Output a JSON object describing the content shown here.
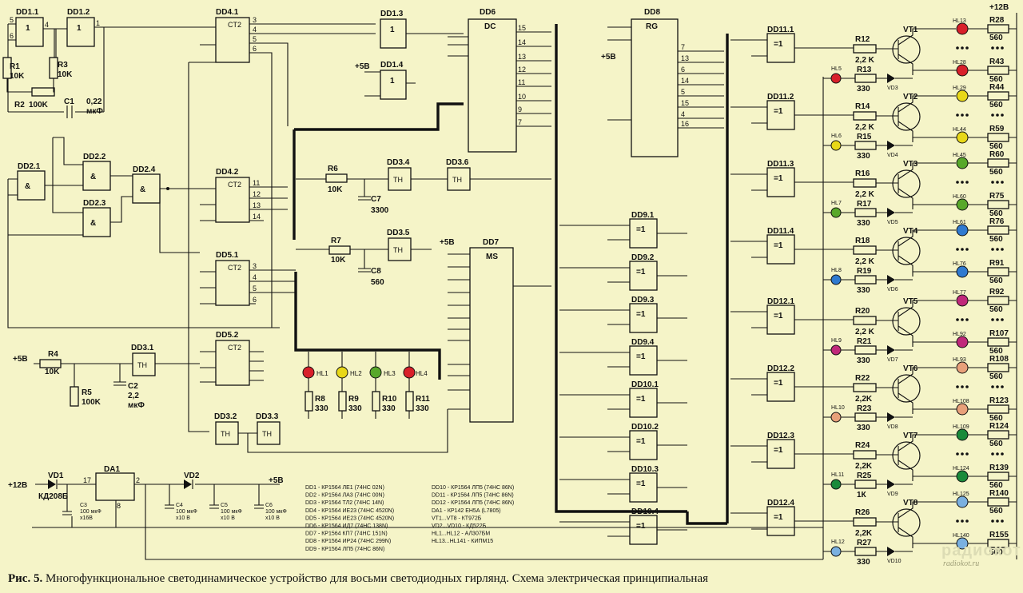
{
  "title_supply": "+12В",
  "caption_fig": "Рис. 5.",
  "caption_text": "Многофункциональное светодинамическое устройство для восьми светодиодных гирлянд. Схема электрическая принципиальная",
  "watermark_text": "radiokot.ru",
  "watermark_logo": "радиокот",
  "chips_left": [
    {
      "id": "dd11",
      "name": "DD1.1",
      "fn": "1"
    },
    {
      "id": "dd12",
      "name": "DD1.2",
      "fn": "1"
    },
    {
      "id": "dd13",
      "name": "DD1.3",
      "fn": "1"
    },
    {
      "id": "dd14",
      "name": "DD1.4",
      "fn": "1"
    },
    {
      "id": "dd21",
      "name": "DD2.1",
      "fn": "&"
    },
    {
      "id": "dd22",
      "name": "DD2.2",
      "fn": "&"
    },
    {
      "id": "dd23",
      "name": "DD2.3",
      "fn": "&"
    },
    {
      "id": "dd24",
      "name": "DD2.4",
      "fn": "&"
    },
    {
      "id": "dd31",
      "name": "DD3.1",
      "fn": "TH"
    },
    {
      "id": "dd32",
      "name": "DD3.2",
      "fn": "TH"
    },
    {
      "id": "dd33",
      "name": "DD3.3",
      "fn": "TH"
    },
    {
      "id": "dd34",
      "name": "DD3.4",
      "fn": "TH"
    },
    {
      "id": "dd35",
      "name": "DD3.5",
      "fn": "TH"
    },
    {
      "id": "dd36",
      "name": "DD3.6",
      "fn": "TH"
    }
  ],
  "counters": [
    {
      "id": "dd41",
      "name": "DD4.1",
      "fn": "CT2"
    },
    {
      "id": "dd42",
      "name": "DD4.2",
      "fn": "CT2"
    },
    {
      "id": "dd51",
      "name": "DD5.1",
      "fn": "CT2"
    },
    {
      "id": "dd52",
      "name": "DD5.2",
      "fn": "CT2"
    }
  ],
  "dd6": {
    "name": "DD6",
    "fn": "DC"
  },
  "dd7": {
    "name": "DD7",
    "fn": "MS"
  },
  "dd8": {
    "name": "DD8",
    "fn": "RG"
  },
  "da1": {
    "name": "DA1"
  },
  "passives": {
    "r1": "R1",
    "r1v": "10K",
    "r2": "R2",
    "r2v": "100K",
    "r3": "R3",
    "r3v": "10K",
    "c1": "C1",
    "c1v": "0,22",
    "c1u": "мкФ",
    "r4": "R4",
    "r4v": "10K",
    "r5": "R5",
    "r5v": "100K",
    "c2": "C2",
    "c2v": "2,2",
    "c2u": "мкФ",
    "r6": "R6",
    "r6v": "10K",
    "c7": "C7",
    "c7v": "3300",
    "r7": "R7",
    "r7v": "10K",
    "c8": "C8",
    "c8v": "560",
    "r8": "R8",
    "r9": "R9",
    "r10": "R10",
    "r11": "R11",
    "rv": "330",
    "hl1": "HL1",
    "hl2": "HL2",
    "hl3": "HL3",
    "hl4": "HL4",
    "vd1": "VD1",
    "vd1p": "КД208Б",
    "vd2": "VD2",
    "c3": "C3",
    "c3v": "100 мкФ",
    "c3u": "x16В",
    "c4": "C4",
    "c5": "C5",
    "c6": "C6",
    "cxv": "100 мкФ",
    "cxu": "x10 В",
    "plus5": "+5В",
    "plus12": "+12В"
  },
  "xor_top": [
    {
      "name": "DD9.1"
    },
    {
      "name": "DD9.2"
    },
    {
      "name": "DD9.3"
    },
    {
      "name": "DD9.4"
    },
    {
      "name": "DD10.1"
    },
    {
      "name": "DD10.2"
    },
    {
      "name": "DD10.3"
    },
    {
      "name": "DD10.4"
    }
  ],
  "xor_right": [
    {
      "name": "DD11.1"
    },
    {
      "name": "DD11.2"
    },
    {
      "name": "DD11.3"
    },
    {
      "name": "DD11.4"
    },
    {
      "name": "DD12.1"
    },
    {
      "name": "DD12.2"
    },
    {
      "name": "DD12.3"
    },
    {
      "name": "DD12.4"
    }
  ],
  "xor_fn": "=1",
  "channels": [
    {
      "rb": "R12",
      "rbv": "2,2 K",
      "vt": "VT1",
      "hl": "HL5",
      "rl": "R13",
      "rlv": "330",
      "vd": "VD3",
      "hlA": "HL13",
      "hlB": "HL28",
      "ra": "R28",
      "rb2": "R43",
      "rg": "560",
      "color": "#d8202a"
    },
    {
      "rb": "R14",
      "rbv": "2,2 K",
      "vt": "VT2",
      "hl": "HL6",
      "rl": "R15",
      "rlv": "330",
      "vd": "VD4",
      "hlA": "HL29",
      "hlB": "HL44",
      "ra": "R44",
      "rb2": "R59",
      "rg": "560",
      "color": "#e8d818"
    },
    {
      "rb": "R16",
      "rbv": "2,2 K",
      "vt": "VT3",
      "hl": "HL7",
      "rl": "R17",
      "rlv": "330",
      "vd": "VD5",
      "hlA": "HL45",
      "hlB": "HL60",
      "ra": "R60",
      "rb2": "R75",
      "rg": "560",
      "color": "#58a82a"
    },
    {
      "rb": "R18",
      "rbv": "2,2 K",
      "vt": "VT4",
      "hl": "HL8",
      "rl": "R19",
      "rlv": "330",
      "vd": "VD6",
      "hlA": "HL61",
      "hlB": "HL76",
      "ra": "R76",
      "rb2": "R91",
      "rg": "560",
      "color": "#2f7ad0"
    },
    {
      "rb": "R20",
      "rbv": "2,2 K",
      "vt": "VT5",
      "hl": "HL9",
      "rl": "R21",
      "rlv": "330",
      "vd": "VD7",
      "hlA": "HL77",
      "hlB": "HL92",
      "ra": "R92",
      "rb2": "R107",
      "rg": "560",
      "color": "#c0287a"
    },
    {
      "rb": "R22",
      "rbv": "2,2K",
      "vt": "VT6",
      "hl": "HL10",
      "rl": "R23",
      "rlv": "330",
      "vd": "VD8",
      "hlA": "HL93",
      "hlB": "HL108",
      "ra": "R108",
      "rb2": "R123",
      "rg": "560",
      "color": "#e8a07a"
    },
    {
      "rb": "R24",
      "rbv": "2,2K",
      "vt": "VT7",
      "hl": "HL11",
      "rl": "R25",
      "rlv": "1К",
      "vd": "VD9",
      "hlA": "HL109",
      "hlB": "HL124",
      "ra": "R124",
      "rb2": "R139",
      "rg": "560",
      "color": "#1a8a3a"
    },
    {
      "rb": "R26",
      "rbv": "2,2K",
      "vt": "VT8",
      "hl": "HL12",
      "rl": "R27",
      "rlv": "330",
      "vd": "VD10",
      "hlA": "HL125",
      "hlB": "HL140",
      "ra": "R140",
      "rb2": "R155",
      "rg": "560",
      "color": "#7ab0e0"
    }
  ],
  "table_left": [
    "DD1 - КР1564 ЛЕ1  (74HC 02N)",
    "DD2 - КР1564 ЛА3  (74HC 00N)",
    "DD3 - КР1564 ТЛ2  (74HC 14N)",
    "DD4 - КР1564 ИЕ23  (74HC 4520N)",
    "DD5 - КР1564 ИЕ23  (74HC 4520N)",
    "DD6 - КР1564 ИД7  (74HC 138N)",
    "DD7 - КР1564 КП7  (74HC 151N)",
    "DD8 - КР1564 ИР24  (74HC 299N)",
    "DD9 - КР1564 ЛП5  (74HC 86N)"
  ],
  "table_right": [
    "DD10 - КР1564 ЛП5  (74HC 86N)",
    "DD11 - КР1564 ЛП5  (74HC 86N)",
    "DD12 - КР1564 ЛП5  (74HC 86N)",
    "DA1 - КР142 ЕН5А  (L7805)",
    "VT1...VT8 - КТ972Б",
    "VD2...VD10 - КД522Б",
    "HL1...HL12 - АЛ307БМ",
    "HL13...HL141 - КИПМ15"
  ]
}
